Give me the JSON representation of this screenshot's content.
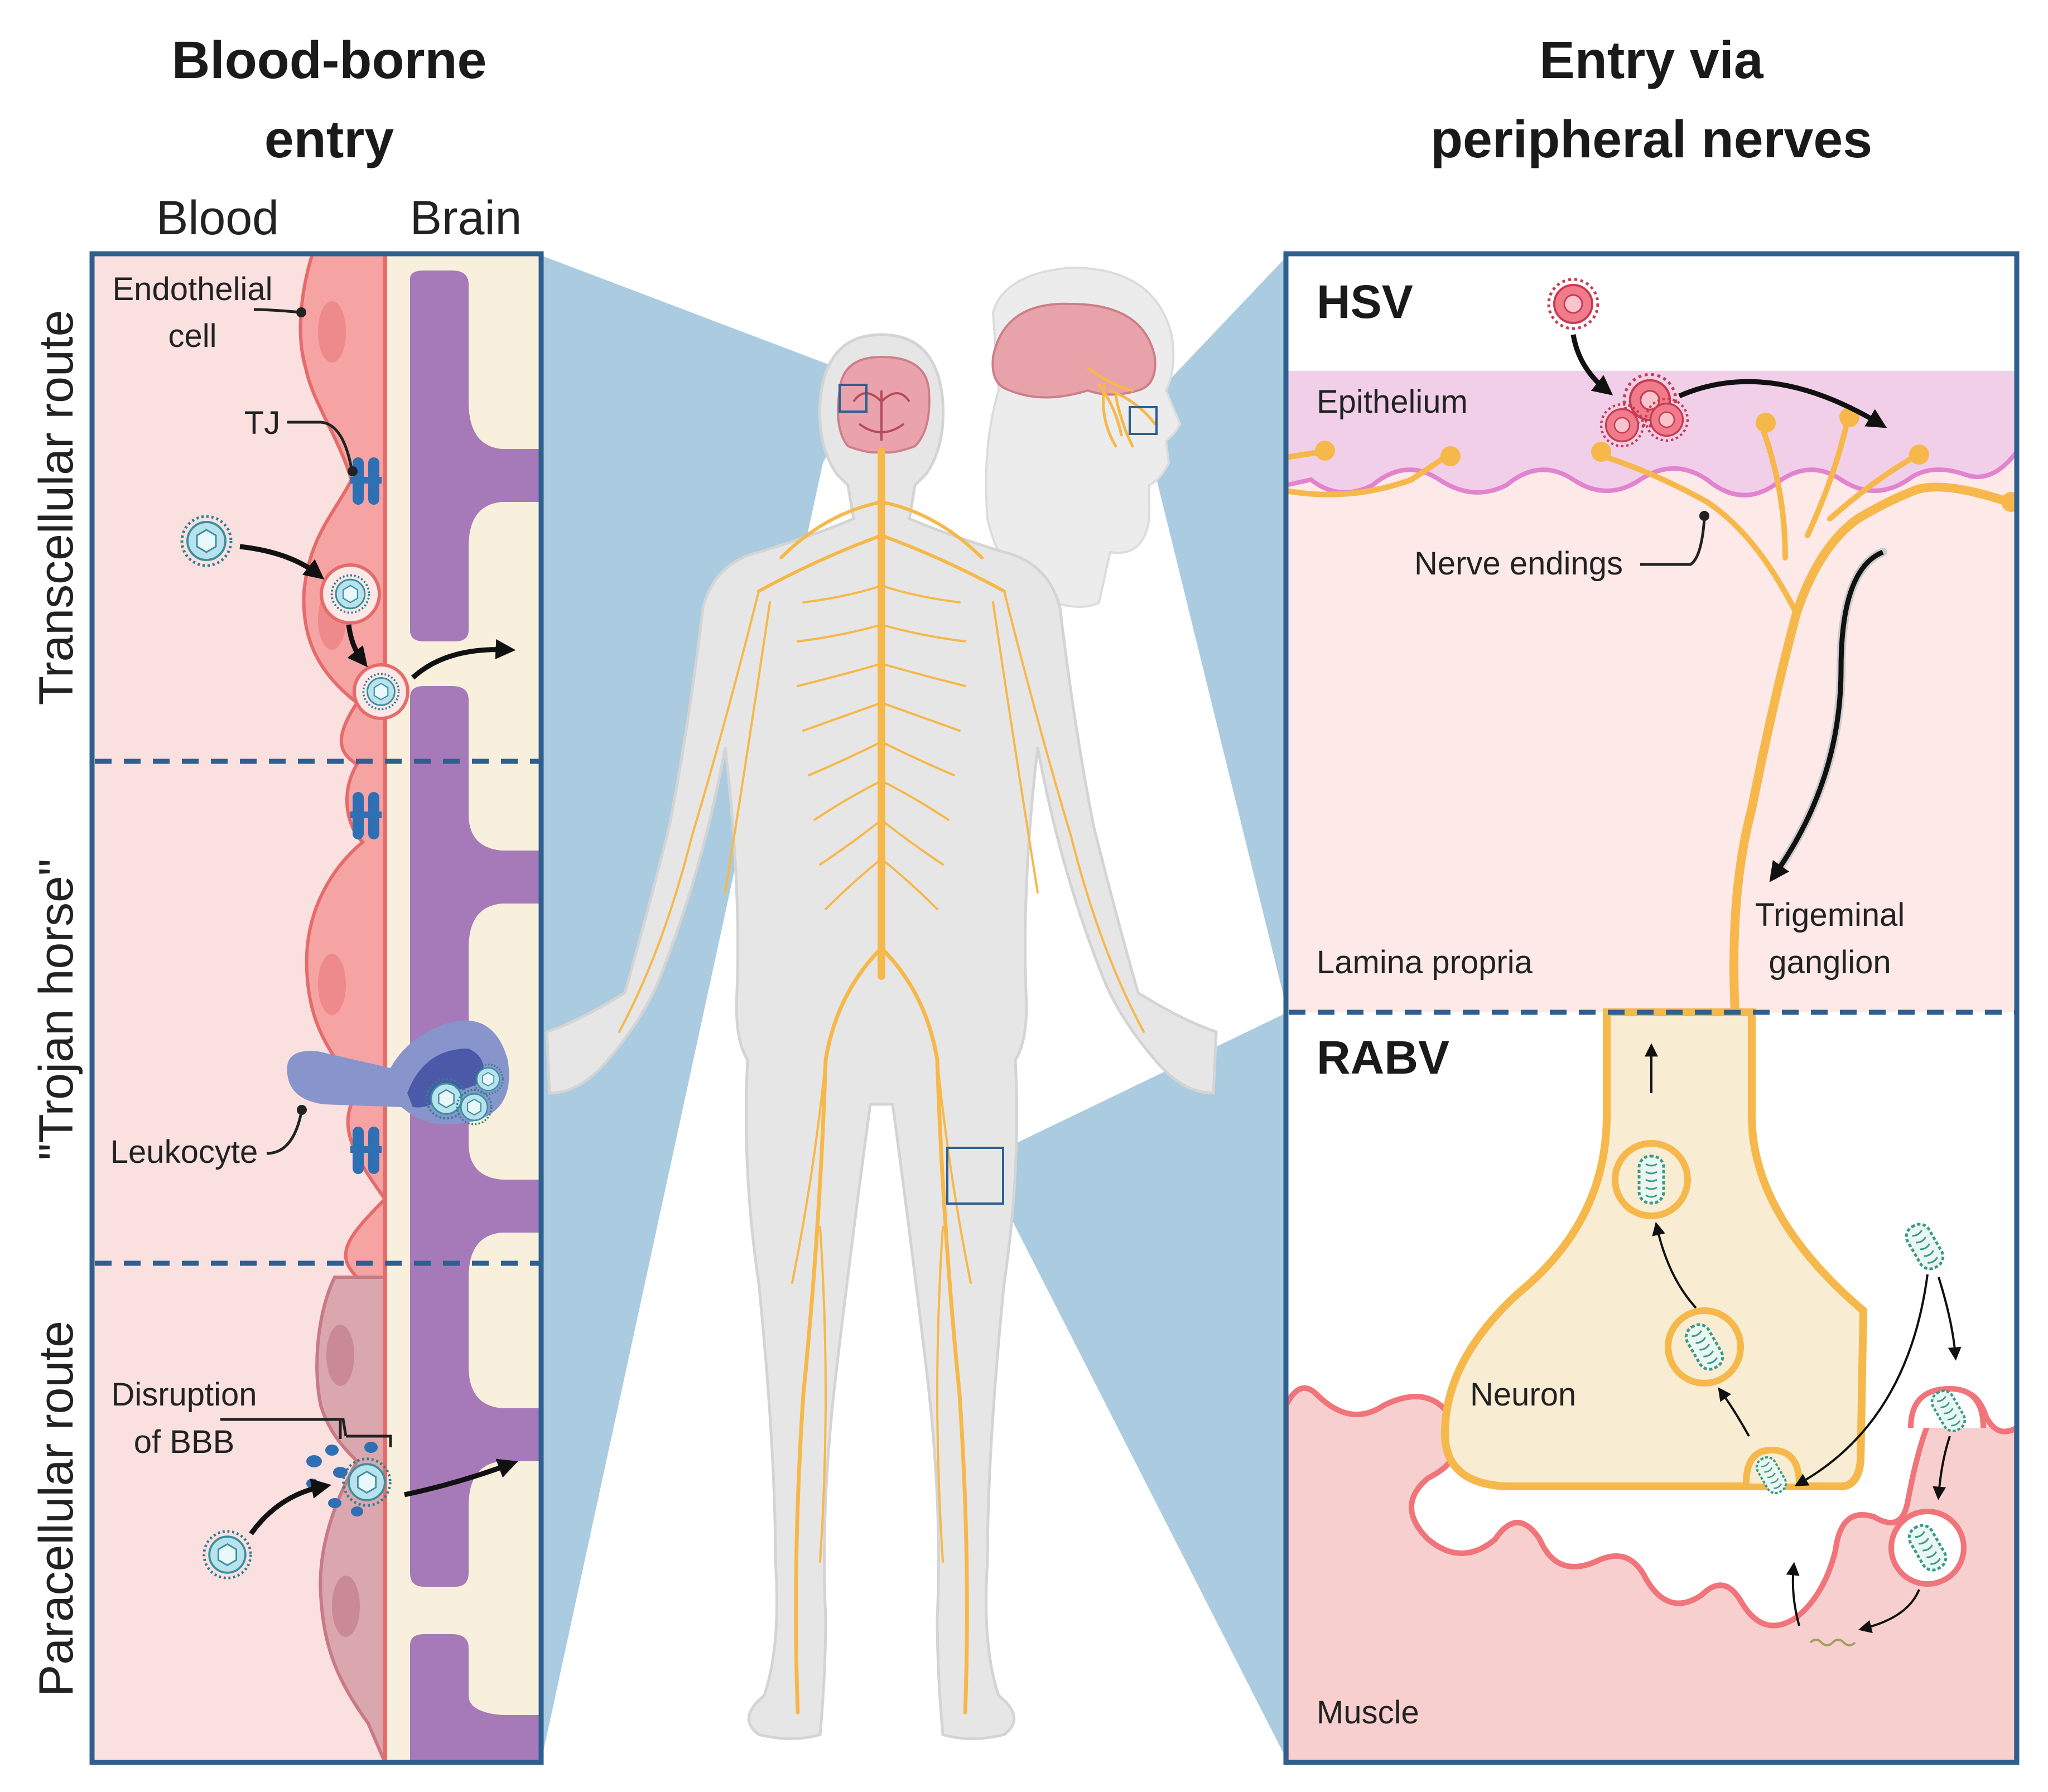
{
  "titles": {
    "left_line1": "Blood-borne",
    "left_line2": "entry",
    "right_line1": "Entry via",
    "right_line2": "peripheral nerves"
  },
  "left_panel": {
    "col_blood": "Blood",
    "col_brain": "Brain",
    "routes": [
      "Transcellular route",
      "\"Trojan horse\"",
      "Paracellular route"
    ],
    "labels": {
      "endothelial_1": "Endothelial",
      "endothelial_2": "cell",
      "tj": "TJ",
      "leukocyte": "Leukocyte",
      "disruption_1": "Disruption",
      "disruption_2": "of BBB"
    }
  },
  "right_panel": {
    "hsv": {
      "name": "HSV",
      "epithelium": "Epithelium",
      "nerve_endings": "Nerve endings",
      "lamina_propria": "Lamina propria",
      "trigeminal_1": "Trigeminal",
      "trigeminal_2": "ganglion"
    },
    "rabv": {
      "name": "RABV",
      "neuron": "Neuron",
      "muscle": "Muscle"
    }
  },
  "colors": {
    "frame": "#2f5f8f",
    "blood": "#fbe0e0",
    "endothelium": "#f6a4a4",
    "brain": "#f8f0dc",
    "astrocyte": "#a679b8",
    "tight_junction": "#2f6fb4",
    "virus": "#8fc9d9",
    "leukocyte": "#8795cc",
    "nerve": "#f6b84a",
    "epithelium": "#f1cfe8",
    "lamina": "#fde9e7",
    "muscle": "#f7cfcf",
    "hsv": "#e35a6c",
    "zoom": "#aacbe0"
  },
  "icons": [
    "virus-icon",
    "hsv-virus-icon",
    "rabies-virion-icon",
    "tight-junction-icon",
    "human-body-icon",
    "brain-icon",
    "head-profile-icon"
  ]
}
